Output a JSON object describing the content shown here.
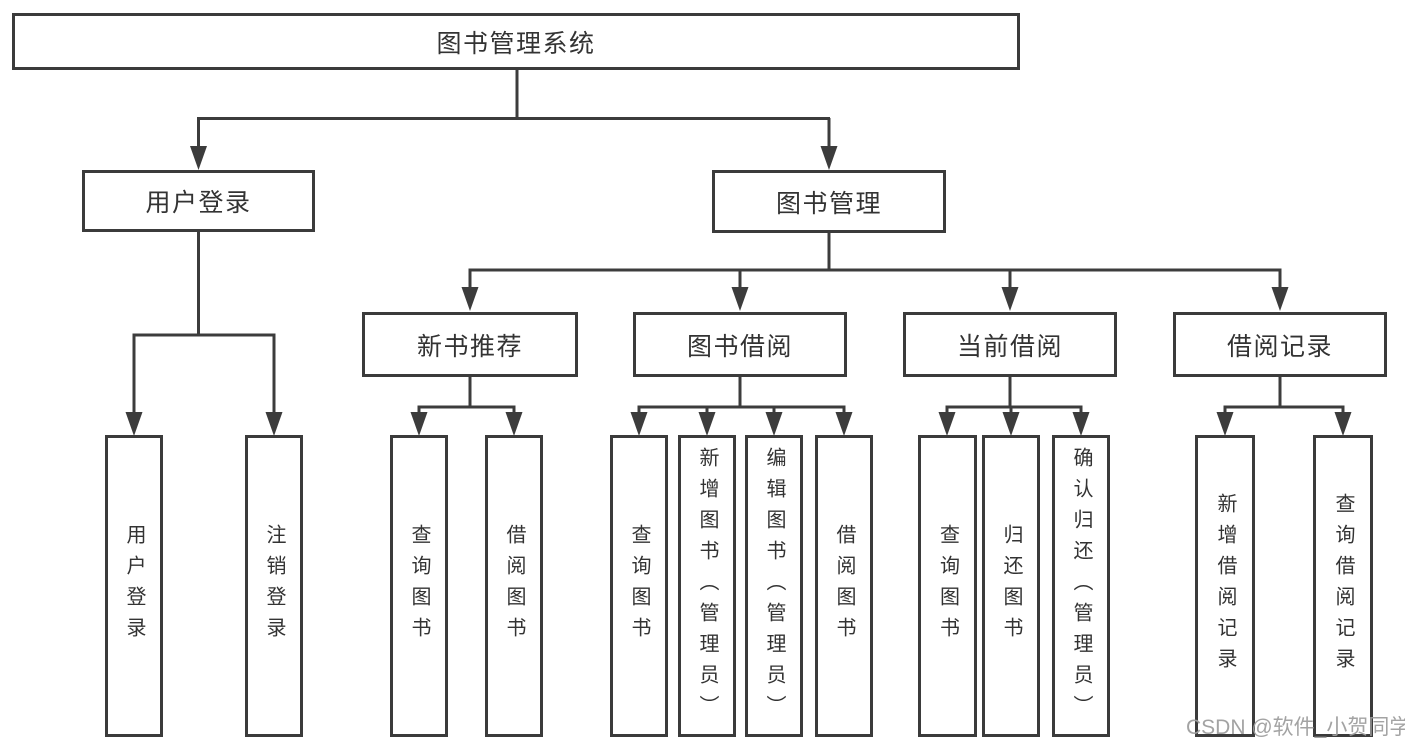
{
  "tree": {
    "root": "图书管理系统",
    "branches": [
      {
        "label": "用户登录",
        "children": [
          "用户登录",
          "注销登录"
        ]
      },
      {
        "label": "图书管理",
        "groups": [
          {
            "label": "新书推荐",
            "children": [
              "查询图书",
              "借阅图书"
            ]
          },
          {
            "label": "图书借阅",
            "children": [
              "查询图书",
              "新增图书（管理员）",
              "编辑图书（管理员）",
              "借阅图书"
            ]
          },
          {
            "label": "当前借阅",
            "children": [
              "查询图书",
              "归还图书",
              "确认归还（管理员）"
            ]
          },
          {
            "label": "借阅记录",
            "children": [
              "新增借阅记录",
              "查询借阅记录"
            ]
          }
        ]
      }
    ]
  },
  "watermark": {
    "text": "CSDN @软件_小贺同学"
  },
  "colors": {
    "line": "#3c3c3c",
    "box_border": "#3b3b3b",
    "text": "#333333",
    "watermark": "#9e9e9e",
    "background": "#ffffff"
  }
}
